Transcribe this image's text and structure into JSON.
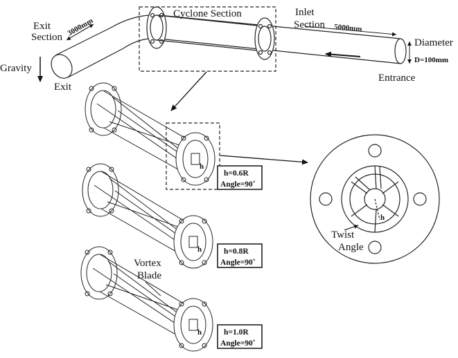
{
  "labels": {
    "exit_section_line1": "Exit",
    "exit_section_line2": "Section",
    "length_exit": "3000mm",
    "cyclone_section": "Cyclone Section",
    "inlet_section_line1": "Inlet",
    "inlet_section_line2": "Section",
    "length_inlet": "5000mm",
    "diameter": "Diameter",
    "diameter_value": "D=100mm",
    "gravity": "Gravity",
    "exit": "Exit",
    "entrance": "Entrance",
    "twist_angle_line1": "Twist",
    "twist_angle_line2": "Angle",
    "vortex_blade_line1": "Vortex",
    "vortex_blade_line2": "Blade",
    "h_marker": "h"
  },
  "configurations": [
    {
      "h": "h=0.6R",
      "angle": "Angle=90˚"
    },
    {
      "h": "h=0.8R",
      "angle": "Angle=90˚"
    },
    {
      "h": "h=1.0R",
      "angle": "Angle=90˚"
    }
  ]
}
